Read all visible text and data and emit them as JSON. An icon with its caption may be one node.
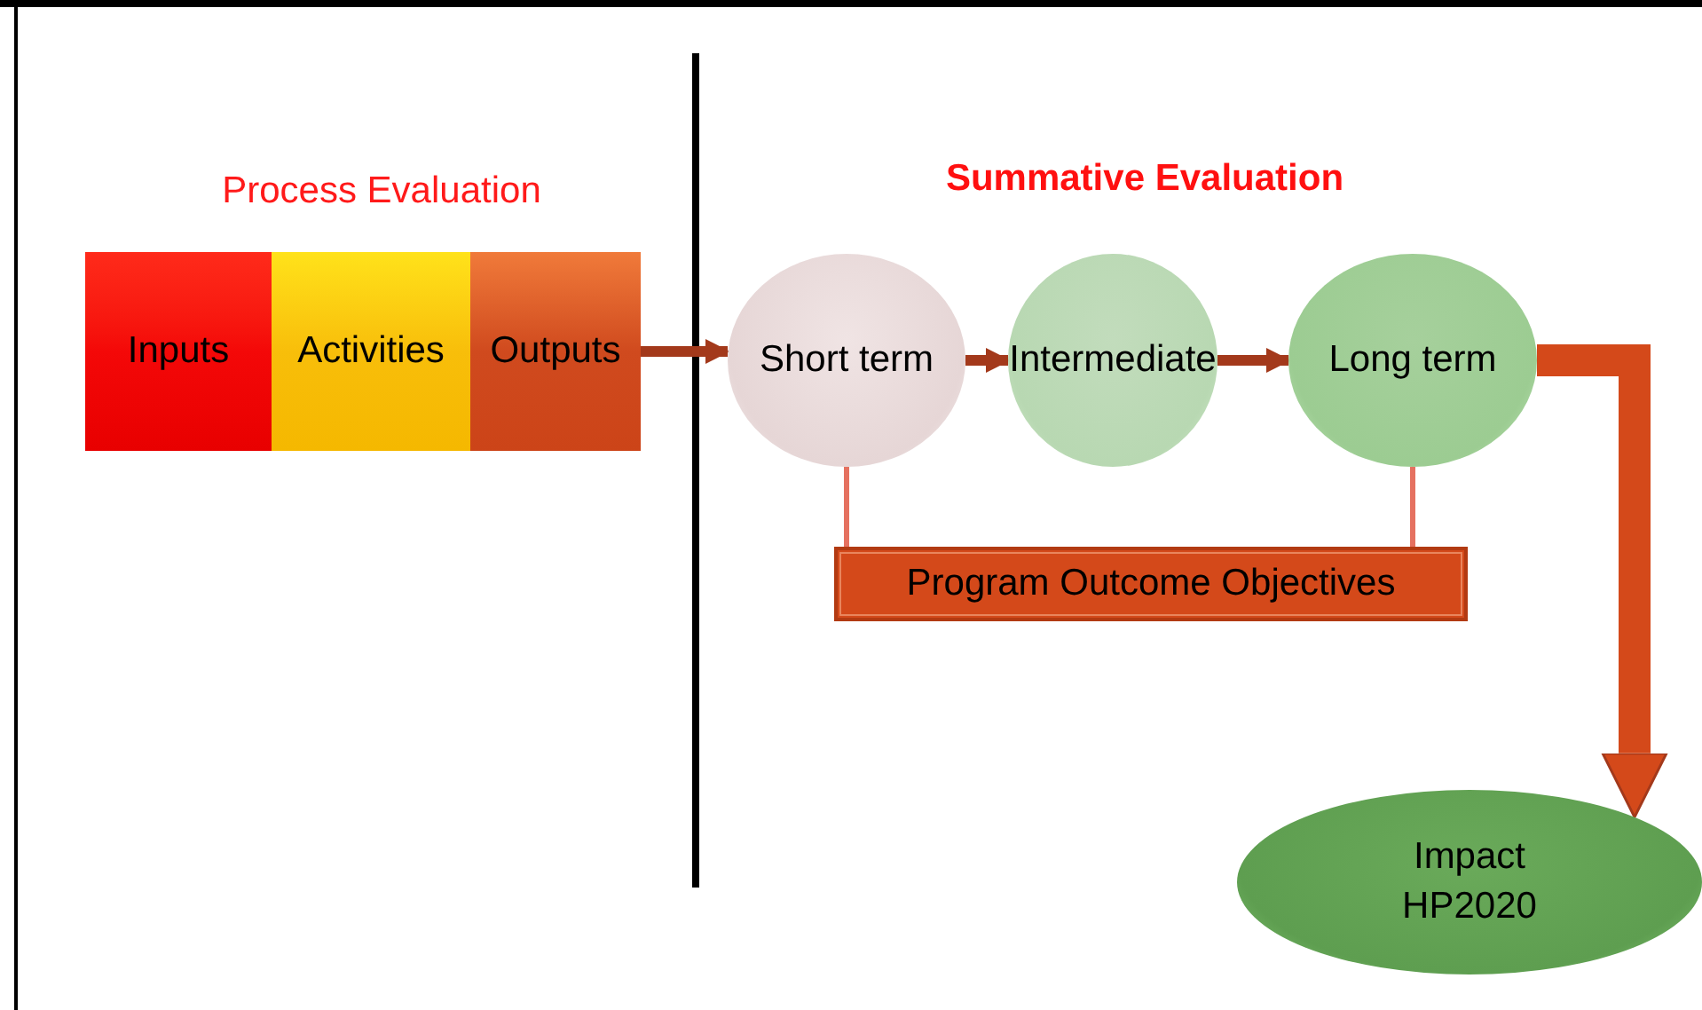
{
  "diagram": {
    "nodes": [
      {
        "text": [
          "Inputs"
        ]
      },
      {
        "text": [
          "Activities"
        ]
      },
      {
        "text": [
          "Outputs"
        ]
      },
      {
        "text": [
          "Short term"
        ]
      },
      {
        "text": [
          "Intermediate"
        ]
      },
      {
        "text": [
          "Long term"
        ]
      },
      {
        "text": [
          "Program Outcome Objectives"
        ]
      },
      {
        "text": [
          "Impact HP2020"
        ]
      }
    ],
    "edges": [
      {
        "from": 2,
        "to": 3,
        "arrow": "to"
      },
      {
        "from": 3,
        "to": 4,
        "arrow": "to"
      },
      {
        "from": 4,
        "to": 5,
        "arrow": "to"
      },
      {
        "from": 5,
        "to": 7,
        "arrow": "to",
        "style": "thick",
        "color": "#d4491a"
      },
      {
        "from": 3,
        "to": 6,
        "arrow": "none",
        "color": "#e57160"
      },
      {
        "from": 5,
        "to": 6,
        "arrow": "none",
        "color": "#e57160"
      }
    ],
    "labels": [
      "Process Evaluation",
      "Summative Evaluation"
    ]
  }
}
